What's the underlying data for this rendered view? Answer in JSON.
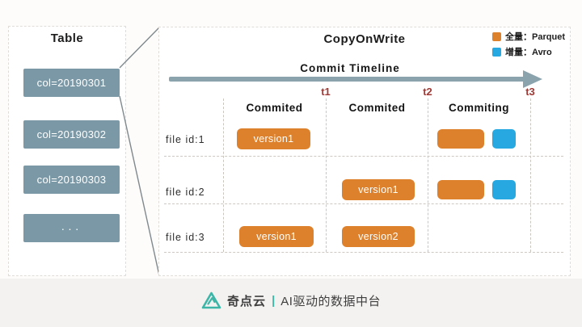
{
  "left_panel": {
    "title": "Table",
    "partitions": [
      {
        "label": "col=20190301"
      },
      {
        "label": "col=20190302"
      },
      {
        "label": "col=20190303"
      },
      {
        "label": "···"
      }
    ]
  },
  "right_panel": {
    "title": "CopyOnWrite",
    "timeline_label": "Commit Timeline",
    "ticks": [
      "t1",
      "t2",
      "t3"
    ],
    "columns": [
      {
        "label": "Commited"
      },
      {
        "label": "Commited"
      },
      {
        "label": "Commiting"
      }
    ],
    "rows": [
      {
        "label": "file id:1"
      },
      {
        "label": "file id:2"
      },
      {
        "label": "file id:3"
      }
    ],
    "chips": {
      "file1_commited1": "version1",
      "file2_commited2": "version1",
      "file3_commited1": "version1",
      "file3_commited2": "version2"
    }
  },
  "legend": {
    "items": [
      {
        "label": "全量：Parquet",
        "color": "#de812c"
      },
      {
        "label": "增量：Avro",
        "color": "#27a8e0"
      }
    ]
  },
  "colors": {
    "partition_box": "#7b98a6",
    "parquet": "#de812c",
    "avro": "#27a8e0",
    "tick": "#a03a36",
    "arrow": "#8aa3ad",
    "brand": "#3db6a8"
  },
  "footer": {
    "brand": "奇点云",
    "divider": "|",
    "tagline": "AI驱动的数据中台"
  }
}
